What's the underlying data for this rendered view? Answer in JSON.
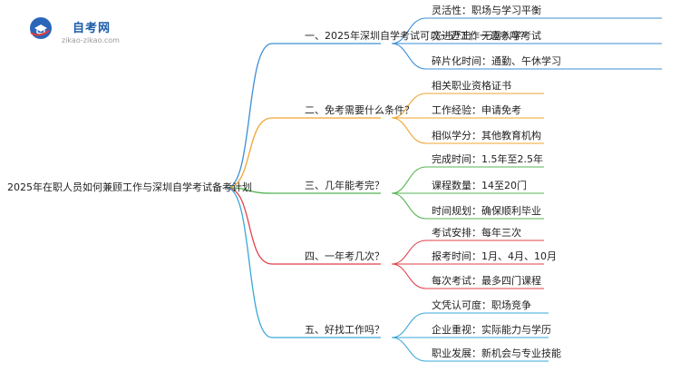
{
  "logo": {
    "title": "自考网",
    "subtitle": "zikao-zikao.com"
  },
  "root": "2025年在职人员如何兼顾工作与深圳自学考试备考计划",
  "branches": [
    {
      "label": "一、2025年深圳自学考试可以一边工作一边考吗？",
      "color": "#3d8fd6",
      "children": [
        "灵活性：职场与学习平衡",
        "宽进严出：无需入学考试",
        "碎片化时间：通勤、午休学习"
      ]
    },
    {
      "label": "二、免考需要什么条件？",
      "color": "#f0a431",
      "children": [
        "相关职业资格证书",
        "工作经验：申请免考",
        "相似学分：其他教育机构"
      ]
    },
    {
      "label": "三、几年能考完？",
      "color": "#54b553",
      "children": [
        "完成时间：1.5年至2.5年",
        "课程数量：14至20门",
        "时间规划：确保顺利毕业"
      ]
    },
    {
      "label": "四、一年考几次？",
      "color": "#e0424b",
      "children": [
        "考试安排：每年三次",
        "报考时间：1月、4月、10月",
        "每次考试：最多四门课程"
      ]
    },
    {
      "label": "五、好找工作吗？",
      "color": "#3aa7d8",
      "children": [
        "文凭认可度：职场竞争",
        "企业重视：实际能力与学历",
        "职业发展：新机会与专业技能"
      ]
    }
  ]
}
